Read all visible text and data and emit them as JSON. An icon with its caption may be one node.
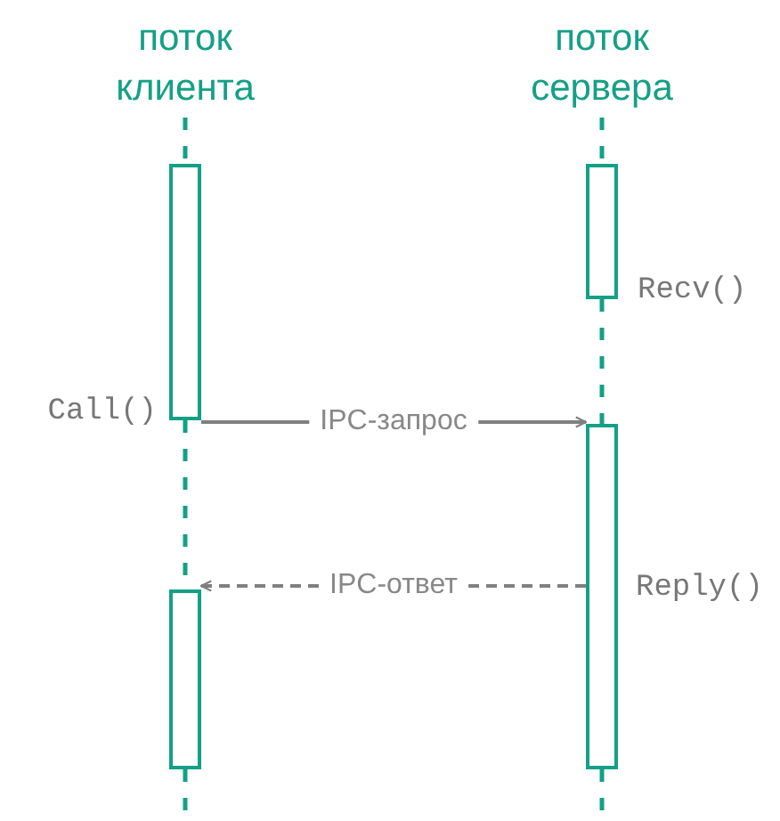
{
  "diagram": {
    "nodes": [
      {
        "text": [
          "поток клиента"
        ]
      },
      {
        "text": [
          "поток сервера"
        ]
      },
      {
        "text": [],
        "shape": "bar",
        "beside": [
          "Call()"
        ]
      },
      {
        "text": [],
        "shape": "bar",
        "beside": [
          "Recv()"
        ]
      },
      {
        "text": [],
        "shape": "bar",
        "beside": [
          "Reply()"
        ]
      },
      {
        "text": [],
        "shape": "bar"
      }
    ],
    "edges": [
      {
        "from": 0,
        "to": 2,
        "arrow": "none",
        "style": "dashed"
      },
      {
        "from": 2,
        "to": 5,
        "arrow": "none",
        "style": "dashed"
      },
      {
        "from": 5,
        "to": null,
        "arrow": "none",
        "style": "dashed"
      },
      {
        "from": 1,
        "to": 3,
        "arrow": "none",
        "style": "dashed"
      },
      {
        "from": 3,
        "to": 4,
        "arrow": "none",
        "style": "dashed"
      },
      {
        "from": 4,
        "to": null,
        "arrow": "none",
        "style": "dashed"
      },
      {
        "from": 2,
        "to": 4,
        "arrow": "to",
        "label": "IPC-запрос",
        "color": "#808080"
      },
      {
        "from": 4,
        "to": 5,
        "arrow": "to",
        "label": "IPC-ответ",
        "style": "dashed",
        "color": "#808080"
      }
    ]
  }
}
